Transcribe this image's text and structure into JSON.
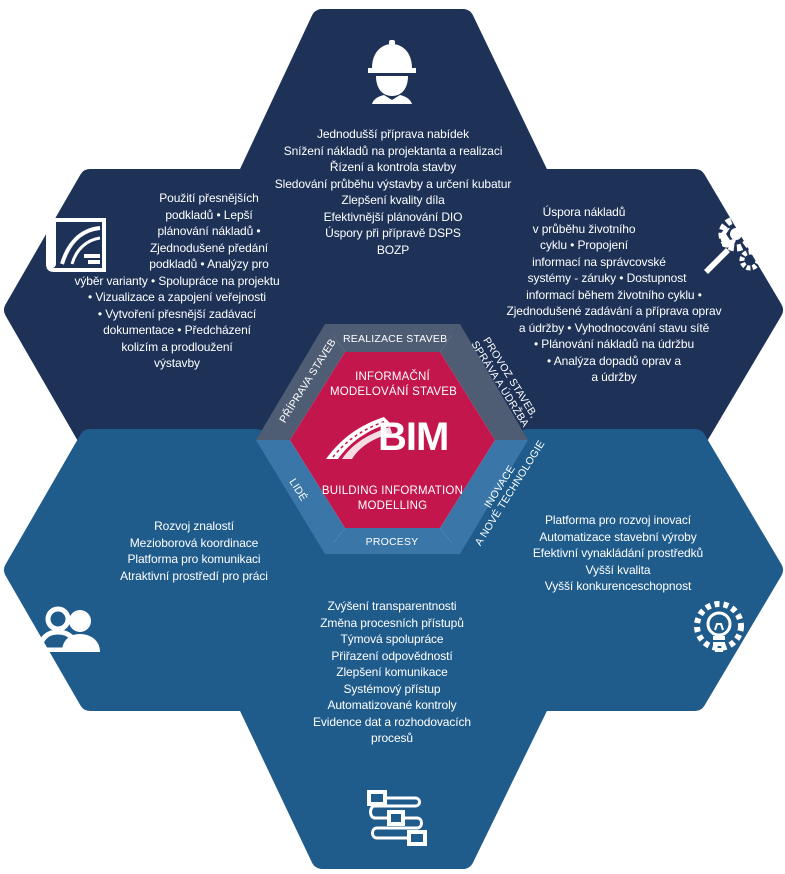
{
  "colors": {
    "navy": "#1e3258",
    "blue": "#1f5c8c",
    "crimson": "#c2164c",
    "band_gray": "#4e5d74",
    "band_blue": "#3a77a8",
    "white": "#ffffff"
  },
  "center": {
    "title_lines": [
      "INFORMAČNÍ",
      "MODELOVÁNÍ STAVEB"
    ],
    "logo_text": "BIM",
    "subtitle_lines": [
      "BUILDING INFORMATION",
      "MODELLING"
    ]
  },
  "bands": {
    "top": "REALIZACE STAVEB",
    "upper_left": "PŘÍPRAVA STAVEB",
    "upper_right_lines": [
      "PROVOZ STAVEB,",
      "SPRÁVA A ÚDRŽBA"
    ],
    "lower_left": "LIDÉ",
    "lower_right_lines": [
      "INOVACE",
      "A NOVÉ TECHNOLOGIE"
    ],
    "bottom": "PROCESY"
  },
  "hexes": {
    "top": {
      "icon": "construction-worker-icon",
      "lines": [
        "Jednodušší příprava nabídek",
        "Snížení nákladů na projektanta a realizaci",
        "Řízení a kontrola stavby",
        "Sledování průběhu výstavby a určení kubatur",
        "Zlepšení kvality díla",
        "Efektivnější plánování DIO",
        "Úspory při přípravě DSPS",
        "BOZP"
      ]
    },
    "upper_left": {
      "icon": "blueprint-road-icon",
      "lines": [
        "Použití přesnějších",
        "podkladů • Lepší",
        "plánování nákladů •",
        "Zjednodušené předání",
        "podkladů • Analýzy pro",
        "výběr varianty • Spolupráce na projektu",
        "• Vizualizace a zapojení veřejnosti",
        "• Vytvoření přesnější zadávací",
        "dokumentace • Předcházení",
        "kolizím a prodloužení",
        "výstavby"
      ]
    },
    "upper_right": {
      "icon": "wrench-gears-icon",
      "lines": [
        "Úspora nákladů",
        "v průběhu životního",
        "cyklu • Propojení",
        "informací na správcovské",
        "systémy - záruky • Dostupnost",
        "informací během životního cyklu •",
        "Zjednodušené zadávání a příprava oprav",
        "a údržby • Vyhodnocování stavu sítě",
        "• Plánování nákladů na údržbu",
        "• Analýza dopadů oprav a",
        "a údržby"
      ]
    },
    "lower_left": {
      "icon": "people-icon",
      "lines": [
        "Rozvoj znalostí",
        "Mezioborová koordinace",
        "Platforma pro komunikaci",
        "Atraktivní prostředí pro práci"
      ]
    },
    "lower_right": {
      "icon": "lightbulb-gear-icon",
      "lines": [
        "Platforma pro rozvoj inovací",
        "Automatizace stavební výroby",
        "Efektivní vynakládání prostředků",
        "Vyšší kvalita",
        "Vyšší konkurenceschopnost"
      ]
    },
    "bottom": {
      "icon": "process-flow-icon",
      "lines": [
        "Zvýšení transparentnosti",
        "Změna procesních přístupů",
        "Týmová spolupráce",
        "Přiřazení odpovědností",
        "Zlepšení komunikace",
        "Systémový přístup",
        "Automatizované kontroly",
        "Evidence dat a rozhodovacích",
        "procesů"
      ]
    }
  }
}
